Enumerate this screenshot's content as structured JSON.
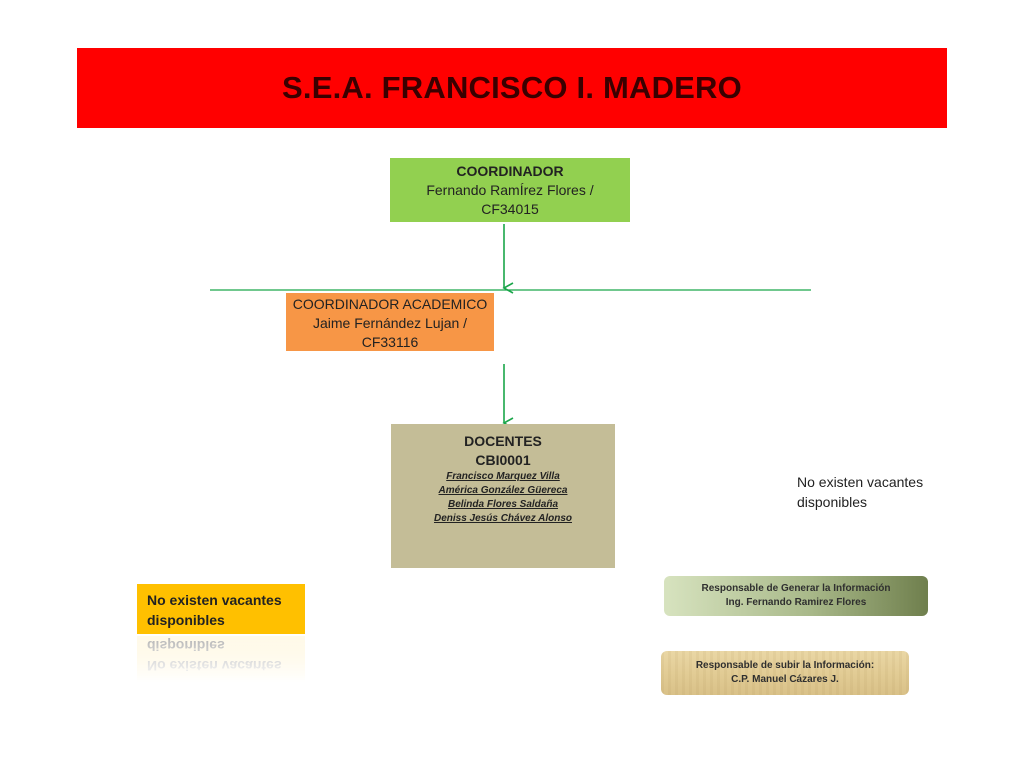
{
  "banner": {
    "title": "S.E.A. FRANCISCO I. MADERO"
  },
  "coordinador": {
    "role": "COORDINADOR",
    "name_line1": "Fernando RamÍrez Flores /",
    "name_line2": "CF34015"
  },
  "academico": {
    "role": "COORDINADOR ACADEMICO",
    "name_line1": "Jaime Fernández Lujan /",
    "name_line2": "CF33116"
  },
  "docentes": {
    "title": "DOCENTES",
    "code": "CBI0001",
    "members": [
      "Francisco Marquez Villa",
      "América González Güereca",
      "Belinda Flores Saldaña",
      "Deniss Jesús Chávez Alonso"
    ]
  },
  "vacantes_right": {
    "line1": "No existen vacantes",
    "line2": "disponibles"
  },
  "vacantes_left": {
    "line1": "No existen vacantes",
    "line2": "disponibles"
  },
  "responsable_generar": {
    "label": "Responsable de Generar la Información",
    "name": "Ing. Fernando Ramirez Flores"
  },
  "responsable_subir": {
    "label": "Responsable de subir la Información:",
    "name": "C.P. Manuel Cázares J."
  },
  "colors": {
    "banner": "#ff0000",
    "coordinador": "#92d050",
    "academico": "#f79646",
    "docentes": "#c4bd97",
    "vacantes": "#ffc000",
    "connector": "#1aa64a"
  }
}
